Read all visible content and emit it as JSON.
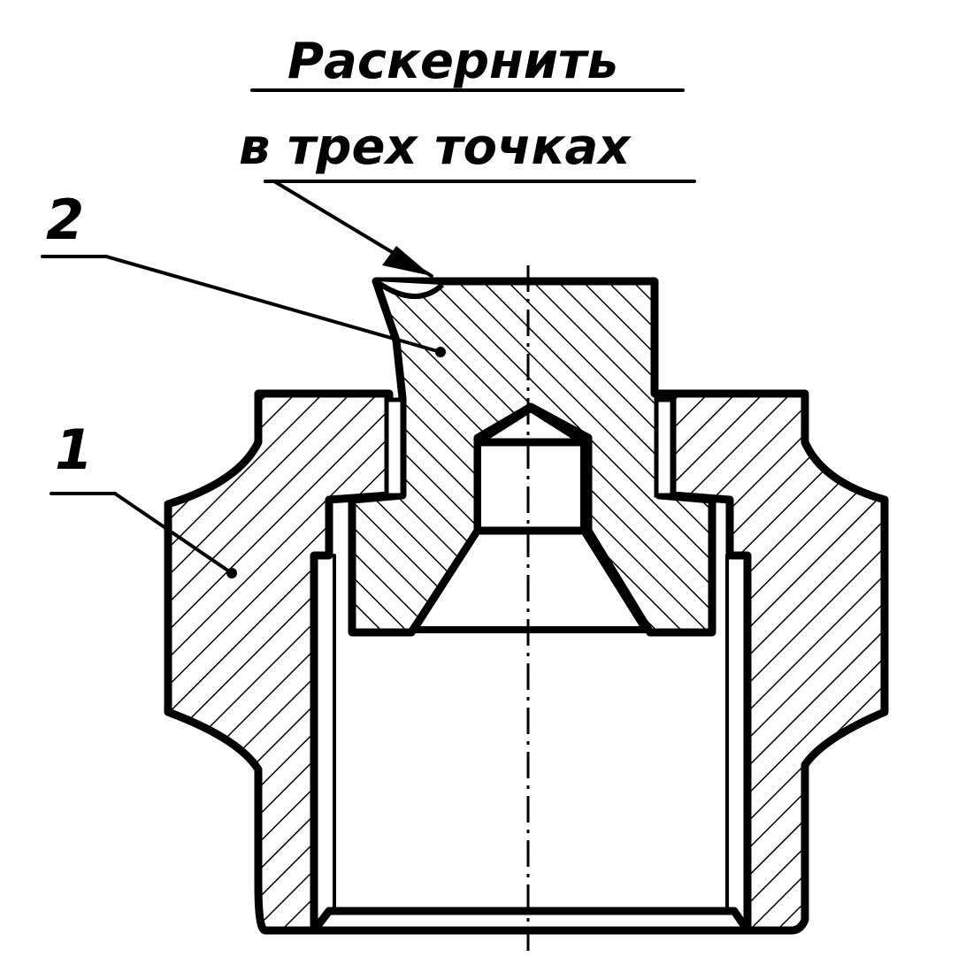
{
  "note": {
    "line1": "Раскернить",
    "line2": "в трех точках"
  },
  "positions": {
    "body": "1",
    "insert": "2"
  },
  "colors": {
    "ink": "#000000",
    "paper": "#ffffff"
  }
}
